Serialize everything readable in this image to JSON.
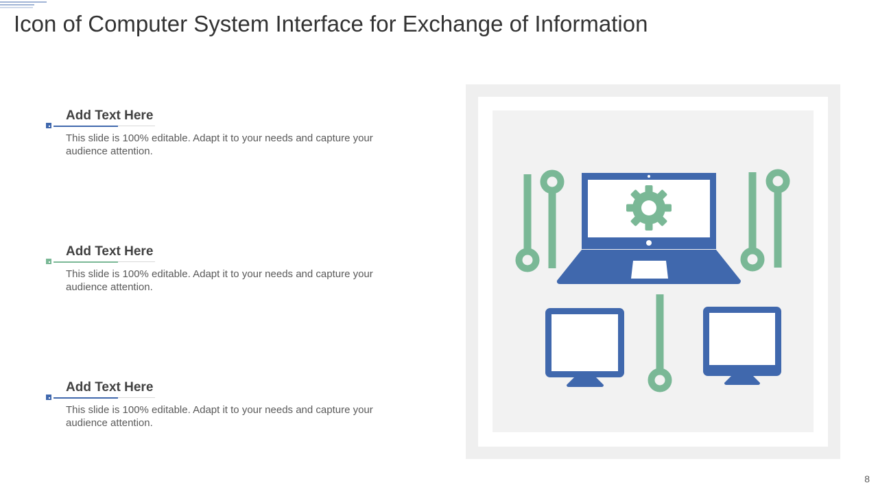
{
  "slide": {
    "title": "Icon of Computer System Interface for Exchange of Information",
    "page_number": "8"
  },
  "items": [
    {
      "title": "Add Text Here",
      "body": "This slide is 100% editable. Adapt it to your  needs and capture your audience attention.",
      "accent": "#4068ad"
    },
    {
      "title": "Add Text Here",
      "body": "This slide is 100% editable. Adapt it to your  needs and capture your audience attention.",
      "accent": "#7ab896"
    },
    {
      "title": "Add Text Here",
      "body": "This slide is 100% editable. Adapt it to your  needs and capture your audience attention.",
      "accent": "#4068ad"
    }
  ],
  "colors": {
    "blue": "#4068ad",
    "green": "#7ab896",
    "frame": "#efefef",
    "text_dark": "#333333"
  },
  "icons": [
    "laptop-icon",
    "gear-icon",
    "desktop-monitor-icon",
    "circuit-line-icon"
  ]
}
